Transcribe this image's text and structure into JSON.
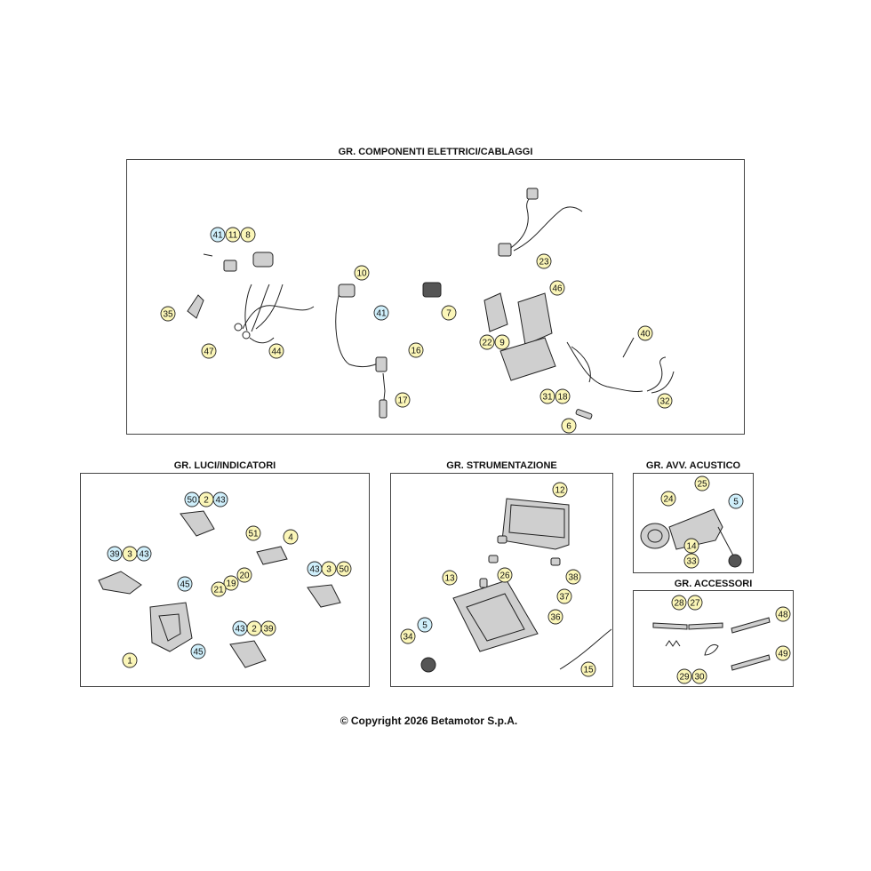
{
  "copyright": "© Copyright 2026 Betamotor S.p.A.",
  "colors": {
    "callout_yellow": "#fbf6b8",
    "callout_blue": "#cfeffb",
    "border": "#444444"
  },
  "groups": [
    {
      "id": "wiring",
      "title": "GR. COMPONENTI ELETTRICI/CABLAGGI",
      "callouts": [
        {
          "label": "41",
          "color": "blue"
        },
        {
          "label": "11",
          "color": "yellow"
        },
        {
          "label": "8",
          "color": "yellow"
        },
        {
          "label": "35",
          "color": "yellow"
        },
        {
          "label": "47",
          "color": "yellow"
        },
        {
          "label": "44",
          "color": "yellow"
        },
        {
          "label": "10",
          "color": "yellow"
        },
        {
          "label": "41",
          "color": "blue"
        },
        {
          "label": "16",
          "color": "yellow"
        },
        {
          "label": "17",
          "color": "yellow"
        },
        {
          "label": "7",
          "color": "yellow"
        },
        {
          "label": "23",
          "color": "yellow"
        },
        {
          "label": "46",
          "color": "yellow"
        },
        {
          "label": "22",
          "color": "yellow"
        },
        {
          "label": "9",
          "color": "yellow"
        },
        {
          "label": "31",
          "color": "yellow"
        },
        {
          "label": "18",
          "color": "yellow"
        },
        {
          "label": "40",
          "color": "yellow"
        },
        {
          "label": "32",
          "color": "yellow"
        },
        {
          "label": "6",
          "color": "yellow"
        }
      ]
    },
    {
      "id": "lights",
      "title": "GR. LUCI/INDICATORI",
      "callouts": [
        {
          "label": "50",
          "color": "blue"
        },
        {
          "label": "2",
          "color": "yellow"
        },
        {
          "label": "43",
          "color": "blue"
        },
        {
          "label": "51",
          "color": "yellow"
        },
        {
          "label": "4",
          "color": "yellow"
        },
        {
          "label": "39",
          "color": "blue"
        },
        {
          "label": "3",
          "color": "yellow"
        },
        {
          "label": "43",
          "color": "blue"
        },
        {
          "label": "45",
          "color": "blue"
        },
        {
          "label": "20",
          "color": "yellow"
        },
        {
          "label": "19",
          "color": "yellow"
        },
        {
          "label": "21",
          "color": "yellow"
        },
        {
          "label": "43",
          "color": "blue"
        },
        {
          "label": "3",
          "color": "yellow"
        },
        {
          "label": "50",
          "color": "yellow"
        },
        {
          "label": "43",
          "color": "blue"
        },
        {
          "label": "2",
          "color": "yellow"
        },
        {
          "label": "39",
          "color": "yellow"
        },
        {
          "label": "1",
          "color": "yellow"
        },
        {
          "label": "45",
          "color": "blue"
        }
      ]
    },
    {
      "id": "instruments",
      "title": "GR. STRUMENTAZIONE",
      "callouts": [
        {
          "label": "12",
          "color": "yellow"
        },
        {
          "label": "26",
          "color": "yellow"
        },
        {
          "label": "38",
          "color": "yellow"
        },
        {
          "label": "37",
          "color": "yellow"
        },
        {
          "label": "13",
          "color": "yellow"
        },
        {
          "label": "36",
          "color": "yellow"
        },
        {
          "label": "5",
          "color": "blue"
        },
        {
          "label": "34",
          "color": "yellow"
        },
        {
          "label": "15",
          "color": "yellow"
        }
      ]
    },
    {
      "id": "horn",
      "title": "GR. AVV. ACUSTICO",
      "callouts": [
        {
          "label": "25",
          "color": "yellow"
        },
        {
          "label": "24",
          "color": "yellow"
        },
        {
          "label": "5",
          "color": "blue"
        },
        {
          "label": "14",
          "color": "yellow"
        },
        {
          "label": "33",
          "color": "yellow"
        }
      ]
    },
    {
      "id": "accessories",
      "title": "GR. ACCESSORI",
      "callouts": [
        {
          "label": "28",
          "color": "yellow"
        },
        {
          "label": "27",
          "color": "yellow"
        },
        {
          "label": "48",
          "color": "yellow"
        },
        {
          "label": "49",
          "color": "yellow"
        },
        {
          "label": "29",
          "color": "yellow"
        },
        {
          "label": "30",
          "color": "yellow"
        }
      ]
    }
  ]
}
